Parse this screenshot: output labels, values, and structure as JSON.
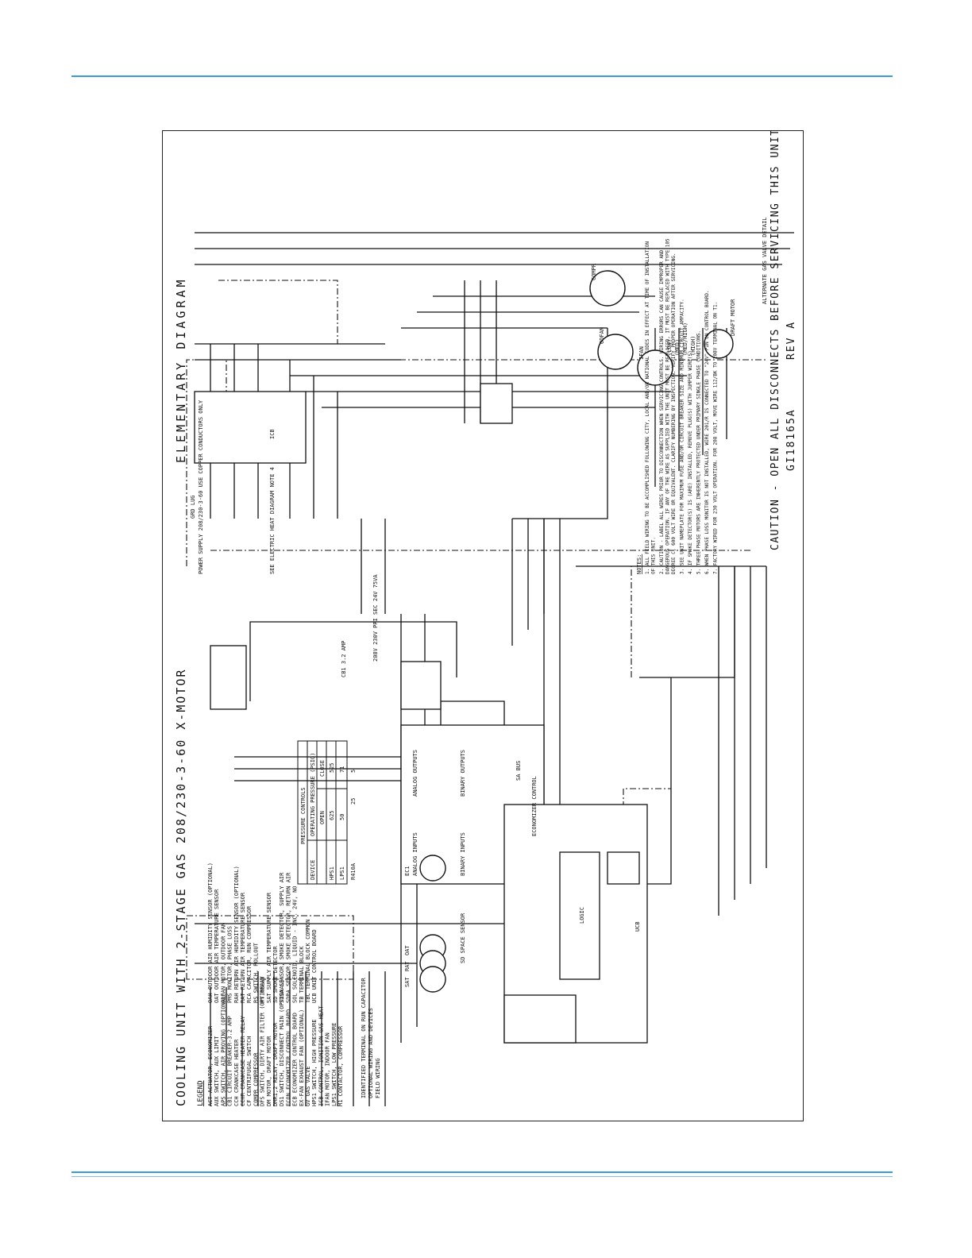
{
  "diagram": {
    "title": "COOLING UNIT WITH 2-STAGE GAS 208/230-3-60 X-MOTOR",
    "heading": "ELEMENTARY DIAGRAM",
    "legend_title": "LEGEND",
    "legend_col1": [
      "ACT   ACTUATOR, ECONOMIZER",
      "AUX   SWITCH, AUX LIMIT",
      "APS   SWITCH, AIR PROVING (OPTIONAL)",
      "CB1   CIRCUIT BREAKER-3.2 AMP",
      "CCH   CRANKCASE HEATER",
      "CCHR  CRANKCASE HEATER RELAY",
      "CF    CENTRIFUGAL SWITCH",
      "COMPR COMPRESSOR",
      "DFS   SWITCH, DIRTY AIR FILTER (OPTIONAL)",
      "DM    MOTOR, DRAFT MOTOR",
      "DMR1,2 RELAY, DRAFT MOTOR",
      "DS1   SWITCH, DISCONNECT MAIN (OPTIONAL)",
      "ECON  ECONOMIZER CONTROL BOARD",
      "ECB   ECONOMIZER CONTROL BOARD",
      "EX-FAN EXHAUST FAN (OPTIONAL)",
      "GV    GAS VALVE",
      "HPS1  SWITCH, HIGH PRESSURE",
      "ICB   CONTROL, IGNITION GAS HEAT",
      "IFAN  MOTOR, INDOOR FAN",
      "LPS1  SWITCH, LOW PRESSURE",
      "M1    CONTACTOR, COMPRESSOR"
    ],
    "legend_col2": [
      "OAH   OUTDOOR AIR HUMIDITY SENSOR (OPTIONAL)",
      "OAT   OUTDOOR AIR TEMPERATURE SENSOR",
      "ODFAN MOTOR, OUTDOOR FAN",
      "PMS   MONITOR, PHASE LOSS",
      "RAH   RETURN AIR HUMIDITY SENSOR (OPTIONAL)",
      "RAT   RETURN AIR TEMPERATURE SENSOR",
      "RCA   CAPACITOR, RUN COMPRESSOR",
      "RS    SWITCH, ROLLOUT",
      "RY    RELAY",
      "SAT   SUPPLY AIR TEMPERATURE SENSOR",
      "SD    SMOKE DETECTOR",
      "SDSA  SENSOR, SMOKE DETECTOR, SUPPLY AIR",
      "SDRA  SENSOR, SMOKE DETECTOR, RETURN AIR",
      "SOL   SOLENOID, LIQUID - INC. 24V, NO",
      "TB    TERMINAL BLOCK",
      "TBC   TERMINAL BLOCK COMMON",
      "UCB   UNIT CONTROL BOARD"
    ],
    "symbols": [
      "IDENTIFIED TERMINAL ON RUN CAPACITOR",
      "OPTIONAL WIRING AND DEVICES",
      "FIELD WIRING"
    ],
    "pressure_table": {
      "title": "PRESSURE CONTROLS",
      "headers": [
        "DEVICE",
        "OPERATING PRESSURE (PSIG)"
      ],
      "subheaders": [
        "",
        "OPEN",
        "CLOSE"
      ],
      "rows": [
        [
          "HPS1",
          "625",
          "525"
        ],
        [
          "LPS1",
          "50",
          "71"
        ]
      ],
      "refrigerant": "R410A",
      "extra": [
        "25",
        "5"
      ]
    },
    "labels": {
      "power_supply": "POWER SUPPLY 208/230-3-60 USE COPPER CONDUCTORS ONLY",
      "see_electric": "SEE ELECTRIC HEAT DIAGRAM NOTE 4",
      "grd_lug": "GRD LUG",
      "transformer": "208V 230V PRI SEC 24V 75VA",
      "cb1": "CB1 3.2 AMP",
      "economizer_control": "ECONOMIZER CONTROL",
      "analog_inputs": "ANALOG INPUTS",
      "binary_inputs": "BINARY INPUTS",
      "analog_outputs": "ANALOG OUTPUTS",
      "binary_outputs": "BINARY OUTPUTS",
      "sa_bus": "SA BUS",
      "ucb": "UCB",
      "logic": "LOGIC",
      "icb": "ICB",
      "draft_motor": "DRAFT MOTOR",
      "alternate_gas_valve": "ALTERNATE GAS VALVE DETAIL",
      "space_sensor": "SD SPACE SENSOR",
      "compr": "COMPR",
      "odfan": "ODFAN",
      "ifan": "IFAN",
      "sensors": [
        "OAT",
        "RAT",
        "SAT",
        "EC1"
      ],
      "speeds": [
        "(LOW)",
        "(MED)",
        "(MED/HIGH)",
        "(HIGH)"
      ]
    },
    "notes_title": "NOTES:",
    "notes": [
      "1. ALL FIELD WIRING TO BE ACCOMPLISHED FOLLOWING CITY, LOCAL AND/OR NATIONAL CODES IN EFFECT AT TIME OF INSTALLATION OF THIS UNIT.",
      "2. CAUTION - LABEL ALL WIRES PRIOR TO DISCONNECTION WHEN SERVICING CONTROLS. WIRING ERRORS CAN CAUSE IMPROPER AND DANGEROUS OPERATION. IF ANY OF THE WIRE AS SUPPLIED WITH THE UNIT MUST BE REPLACED, IT MUST BE REPLACED WITH TYPE 105 DEGREE C, 600 VOLT WIRE OR EQUIVALENT. CLARIFY NUMBERING BY INSPECTION. VERIFY PROPER OPERATION AFTER SERVICING.",
      "3. SEE UNIT NAMEPLATE FOR MAXIMUM FUSE AND/OR CIRCUIT BREAKER SIZE AND MINIMUM CIRCUIT AMPACITY.",
      "4. IF SMOKE DETECTOR(S) IS (ARE) INSTALLED, REMOVE PLUG(S) WITH JUMPER WIRE(S).",
      "5. THREE PHASE MOTORS ARE INHERENTLY PROTECTED UNDER PRIMARY SINGLE PHASE CONDITIONS.",
      "6. WHEN PHASE LOSS MONITOR IS NOT INSTALLED, WIRE 201/R IS CONNECTED TO \"24V\" PIN ON CONTROL BOARD.",
      "7. FACTORY WIRED FOR 230 VOLT OPERATION. FOR 208 VOLT, MOVE WIRE 112/BK TO 208V TERMINAL ON T1."
    ],
    "caution": "CAUTION - OPEN ALL DISCONNECTS BEFORE SERVICING THIS UNIT",
    "part_number": "GI18165A",
    "rev": "REV A"
  }
}
